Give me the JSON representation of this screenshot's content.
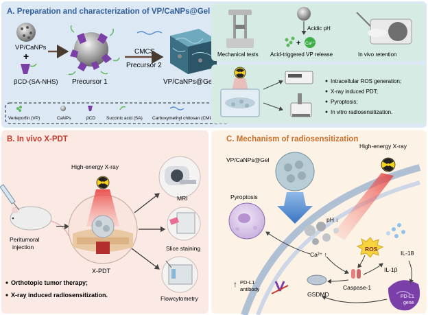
{
  "panel_a": {
    "title": "A. Preparation and characterization of VP/CaNPs@Gel",
    "labels": {
      "vpcanps": "VP/CaNPs",
      "plus": "+",
      "bcd_sa_nhs": "βCD-(SA-NHS)",
      "precursor1": "Precursor 1",
      "cmcs": "CMCS",
      "precursor2": "Precursor 2",
      "product": "VP/CaNPs@Gel",
      "mech_tests": "Mechanical tests",
      "acidic_ph": "Acidic pH",
      "ca_ion": "Ca²⁺",
      "plus2": "+",
      "acid_release": "Acid-triggered VP release",
      "in_vivo_retention": "In vivo retention"
    },
    "legend": [
      "Verteporfin (VP)",
      "CaNPs",
      "βCD",
      "Succinic acid (SA)",
      "Carboxymethyl chitosan (CMCS)"
    ],
    "bullets": [
      "Intracellular ROS generation;",
      "X-ray induced PDT;",
      "Pyroptosis;",
      "In vitro radiosensitization."
    ]
  },
  "panel_b": {
    "title": "B. In vivo X-PDT",
    "labels": {
      "xray": "High-energy X-ray",
      "peritumoral": "Peritumoral\ninjection",
      "mri": "MRI",
      "slice": "Slice staining",
      "xpdt": "X-PDT",
      "flow": "Flowcytometry"
    },
    "bullets": [
      "Orthotopic tumor therapy;",
      "X-ray induced radiosensitization."
    ]
  },
  "panel_c": {
    "title": "C. Mechanism of radiosensitization",
    "labels": {
      "gel": "VP/CaNPs@Gel",
      "xray": "High-energy X-ray",
      "pyroptosis": "Pyroptosis",
      "ph": "pH ↓",
      "ca": "Ca²⁺ ↑",
      "ros": "ROS",
      "il18": "IL-18",
      "il1b": "IL-1β",
      "pdl1_ab": "PD-L1\nantibody",
      "gsdmd": "GSDMD",
      "caspase": "Caspase-1",
      "pdl1_gene": "PD-L1\ngene"
    }
  },
  "colors": {
    "panel_a_bg": "#dce9f5",
    "panel_a_sub_bg": "#d5ebe3",
    "panel_b_bg": "#fbe9e3",
    "panel_c_bg": "#fdf2e6",
    "title_blue": "#2f5d9c",
    "title_red": "#c0392b",
    "title_orange": "#c9702c",
    "radiation_yellow": "#f6d21f",
    "gel_teal": "#4c8aa3",
    "purple": "#7b3fa8"
  }
}
